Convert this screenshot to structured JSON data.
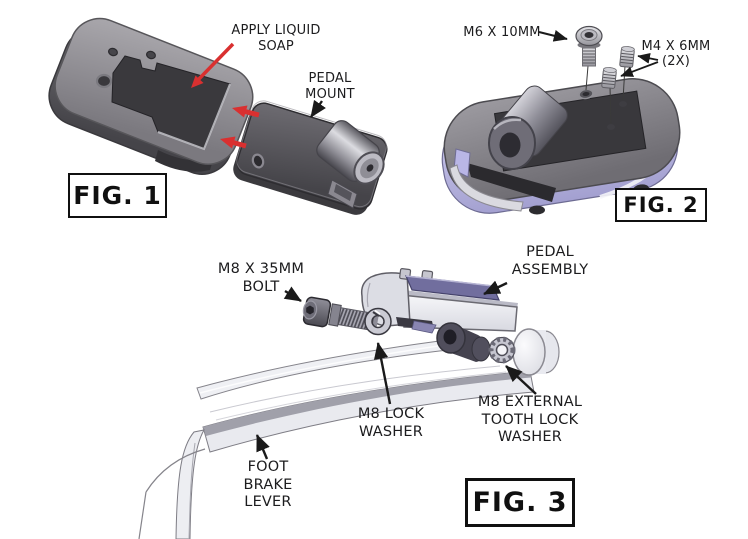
{
  "document": {
    "type": "assembly-instruction-diagram",
    "background": "#ffffff"
  },
  "colors": {
    "accent_red_arrow": "#d93030",
    "callout_black": "#1a1a1a",
    "text": "#1c1c1e",
    "cad_lavender": "#b6b3e0",
    "cad_gray": "#8d8b90",
    "cad_dark_recess": "#3a393d"
  },
  "figures": {
    "fig1": {
      "caption": "FIG. 1",
      "labels": {
        "apply_soap": "APPLY LIQUID\nSOAP",
        "pedal_mount": "PEDAL\nMOUNT"
      }
    },
    "fig2": {
      "caption": "FIG. 2",
      "labels": {
        "m6_screw": "M6 X 10MM",
        "m4_screws": "M4 X 6MM\n(2X)"
      }
    },
    "fig3": {
      "caption": "FIG. 3",
      "labels": {
        "bolt": "M8 X 35MM\nBOLT",
        "pedal_assembly": "PEDAL\nASSEMBLY",
        "lock_washer": "M8 LOCK\nWASHER",
        "tooth_lock_washer": "M8 EXTERNAL\nTOOTH LOCK\nWASHER",
        "foot_brake_lever": "FOOT\nBRAKE\nLEVER"
      }
    }
  }
}
